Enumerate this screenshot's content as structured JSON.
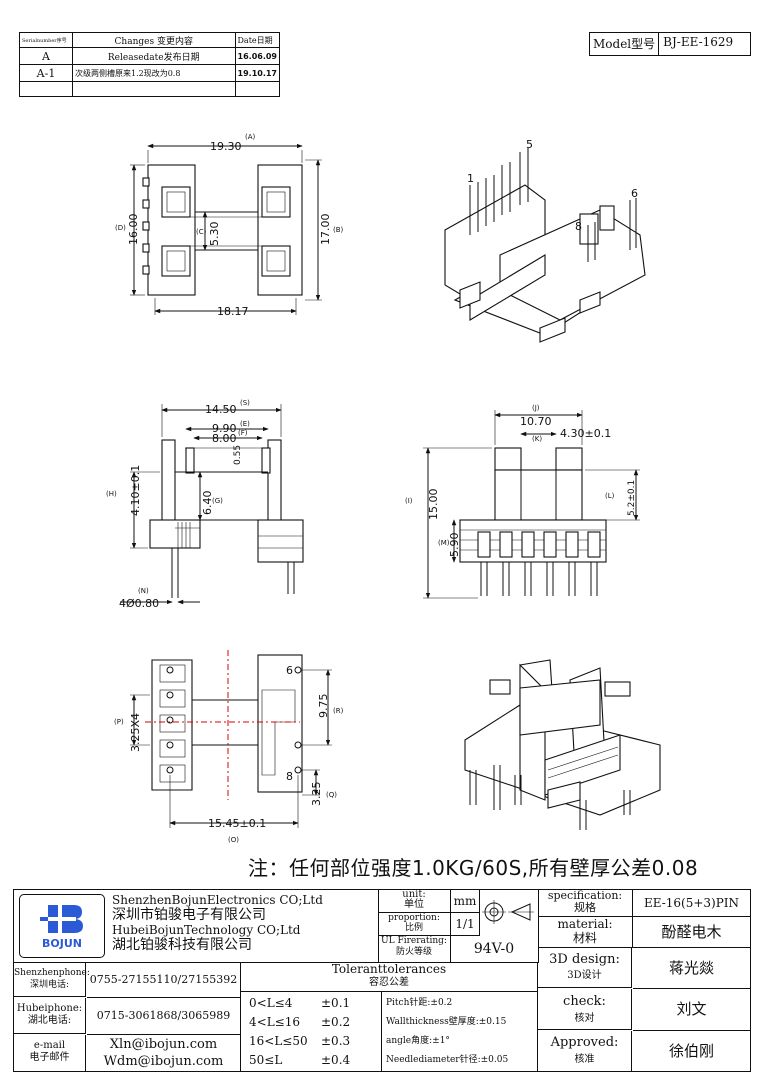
{
  "revision_table": {
    "headers": {
      "serial": "Serialnumber序号",
      "changes": "Changes 变更内容",
      "date": "Date日期"
    },
    "rows": [
      {
        "serial": "A",
        "change": "Releasedate发布日期",
        "date": "16.06.09"
      },
      {
        "serial": "A-1",
        "change": "次级两侧槽原来1.2现改为0.8",
        "date": "19.10.17"
      }
    ]
  },
  "model": {
    "label": "Model型号",
    "value": "BJ-EE-1629"
  },
  "views": {
    "top": {
      "A": "19.30",
      "A_tag": "(A)",
      "B": "17.00",
      "B_tag": "(B)",
      "C": "5.30",
      "C_tag": "(C)",
      "D": "16.00",
      "D_tag": "(D)",
      "bottom": "18.17"
    },
    "front": {
      "S": "14.50",
      "S_tag": "(S)",
      "E": "9.90",
      "E_tag": "(E)",
      "F": "8.00",
      "F_tag": "(F)",
      "small": "0.55",
      "G": "6.40",
      "G_tag": "(G)",
      "H": "4.10±0.1",
      "H_tag": "(H)",
      "N": "4Ø0.80",
      "N_tag": "(N)"
    },
    "side": {
      "J": "10.70",
      "J_tag": "(J)",
      "K": "4.30±0.1",
      "K_tag": "(K)",
      "I": "15.00",
      "I_tag": "(I)",
      "L": "5.2±0.1",
      "L_tag": "(L)",
      "M": "5.90",
      "M_tag": "(M)"
    },
    "bottom": {
      "P": "3.25X4",
      "P_tag": "(P)",
      "R": "9.75",
      "R_tag": "(R)",
      "Q": "3.25",
      "Q_tag": "(Q)",
      "O": "15.45±0.1",
      "O_tag": "(O)",
      "pin6": "6",
      "pin8": "8"
    },
    "iso_pins": {
      "p1": "1",
      "p5": "5",
      "p6": "6",
      "p8": "8"
    }
  },
  "note": "注：任何部位强度1.0KG/60S,所有壁厚公差0.08",
  "title_block": {
    "company_en_1": "ShenzhenBojunElectronics CO;Ltd",
    "company_cn_1": "深圳市铂骏电子有限公司",
    "company_en_2": "HubeiBojunTechnology CO;Ltd",
    "company_cn_2": "湖北铂骏科技有限公司",
    "logo_text": "BOJUN",
    "unit_label": "unit:",
    "unit_label_cn": "单位",
    "unit_value": "mm",
    "proportion_label": "proportion:",
    "proportion_label_cn": "比例",
    "proportion_value": "1/1",
    "ul_label": "UL Firerating:",
    "ul_label_cn": "防火等级",
    "ul_value": "94V-0",
    "spec_label": "specification:",
    "spec_label_cn": "规格",
    "spec_value": "EE-16(5+3)PIN",
    "material_label": "material:",
    "material_label_cn": "材料",
    "material_value": "酚醛电木",
    "design_label": "3D design:",
    "design_label_cn": "3D设计",
    "design_value": "蒋光燚",
    "check_label": "check:",
    "check_label_cn": "核对",
    "check_value": "刘文",
    "approved_label": "Approved:",
    "approved_label_cn": "核准",
    "approved_value": "徐伯刚",
    "sz_phone_label": "Shenzhenphone:",
    "sz_phone_label_cn": "深圳电话:",
    "sz_phone": "0755-27155110/27155392",
    "hb_phone_label": "Hubeiphone:",
    "hb_phone_label_cn": "湖北电话:",
    "hb_phone": "0715-3061868/3065989",
    "email_label": "e-mail",
    "email_label_cn": "电子邮件",
    "email_1": "Xln@ibojun.com",
    "email_2": "Wdm@ibojun.com",
    "tol_title": "Toleranttolerances",
    "tol_title_cn": "容忍公差",
    "tol_rows": [
      {
        "range": "0<L≤4",
        "tol": "±0.1"
      },
      {
        "range": "4<L≤16",
        "tol": "±0.2"
      },
      {
        "range": "16<L≤50",
        "tol": "±0.3"
      },
      {
        "range": "50≤L",
        "tol": "±0.4"
      }
    ],
    "pitch": "Pitch针距:±0.2",
    "wall": "Wallthickness壁厚度:±0.15",
    "angle": "angle角度:±1°",
    "needle": "Needlediameter针径:±0.05"
  }
}
